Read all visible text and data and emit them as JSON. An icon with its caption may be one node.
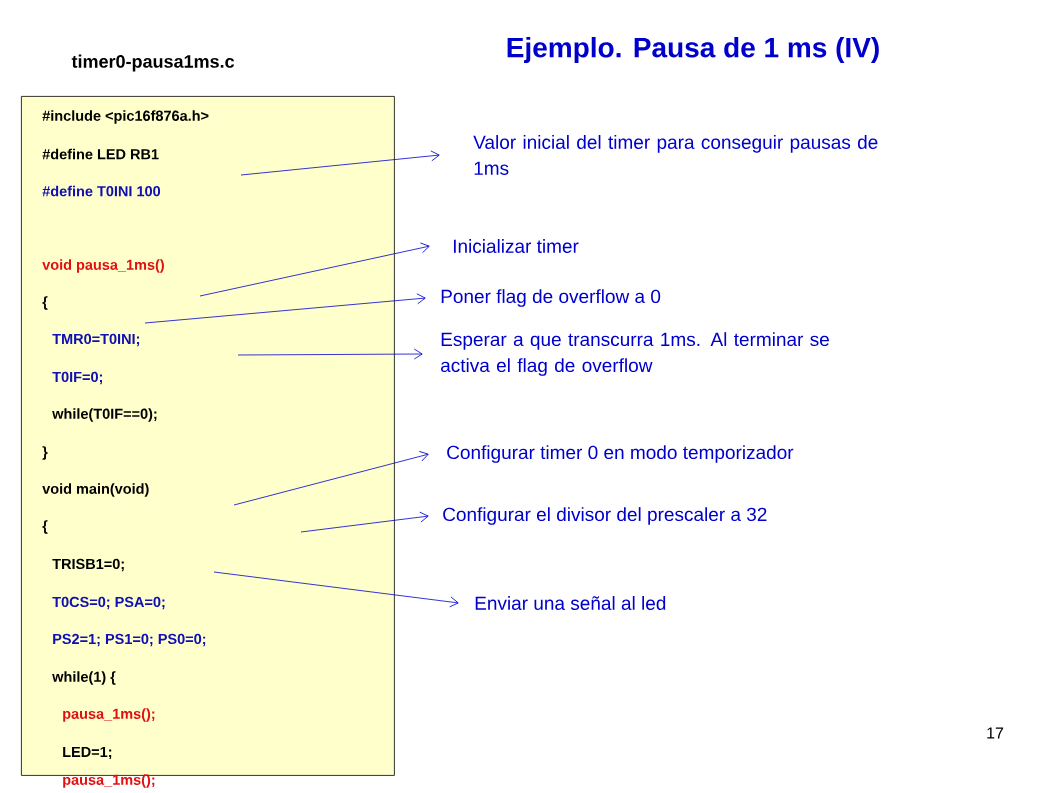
{
  "diagram": {
    "title": "Ejemplo. Pausa de 1 ms (IV)",
    "nodes": [
      {
        "text": [
          "timer0-pausa1ms.c",
          "#include <pic16f876a.h>",
          "#define LED RB1",
          "#define T0INI 100",
          "void pausa_1ms()",
          "{",
          "TMR0=T0INI;",
          "T0IF=0;",
          "while(T0IF==0);",
          "}",
          "void main(void)",
          "{",
          "TRISB1=0;",
          "T0CS=0; PSA=0;",
          "PS2=1; PS1=0; PS0=0;",
          "while(1) {",
          "pausa_1ms();",
          "LED=1;",
          "pausa_1ms();"
        ]
      },
      {
        "text": [
          "Valor inicial del timer para conseguir pausas de 1ms"
        ]
      },
      {
        "text": [
          "Inicializar timer"
        ]
      },
      {
        "text": [
          "Poner flag de overflow a 0"
        ]
      },
      {
        "text": [
          "Esperar a que transcurra 1ms. Al terminar se activa el flag de overflow"
        ]
      },
      {
        "text": [
          "Configurar timer 0 en modo temporizador"
        ]
      },
      {
        "text": [
          "Configurar el divisor del prescaler a 32"
        ]
      },
      {
        "text": [
          "Enviar una señal al led"
        ]
      }
    ],
    "edges": [
      {
        "from": 0,
        "to": 1,
        "arrow": "to"
      },
      {
        "from": 0,
        "to": 2,
        "arrow": "to"
      },
      {
        "from": 0,
        "to": 3,
        "arrow": "to"
      },
      {
        "from": 0,
        "to": 4,
        "arrow": "to"
      },
      {
        "from": 0,
        "to": 5,
        "arrow": "to"
      },
      {
        "from": 0,
        "to": 6,
        "arrow": "to"
      },
      {
        "from": 0,
        "to": 7,
        "arrow": "to"
      }
    ],
    "labels": [
      "17"
    ]
  }
}
